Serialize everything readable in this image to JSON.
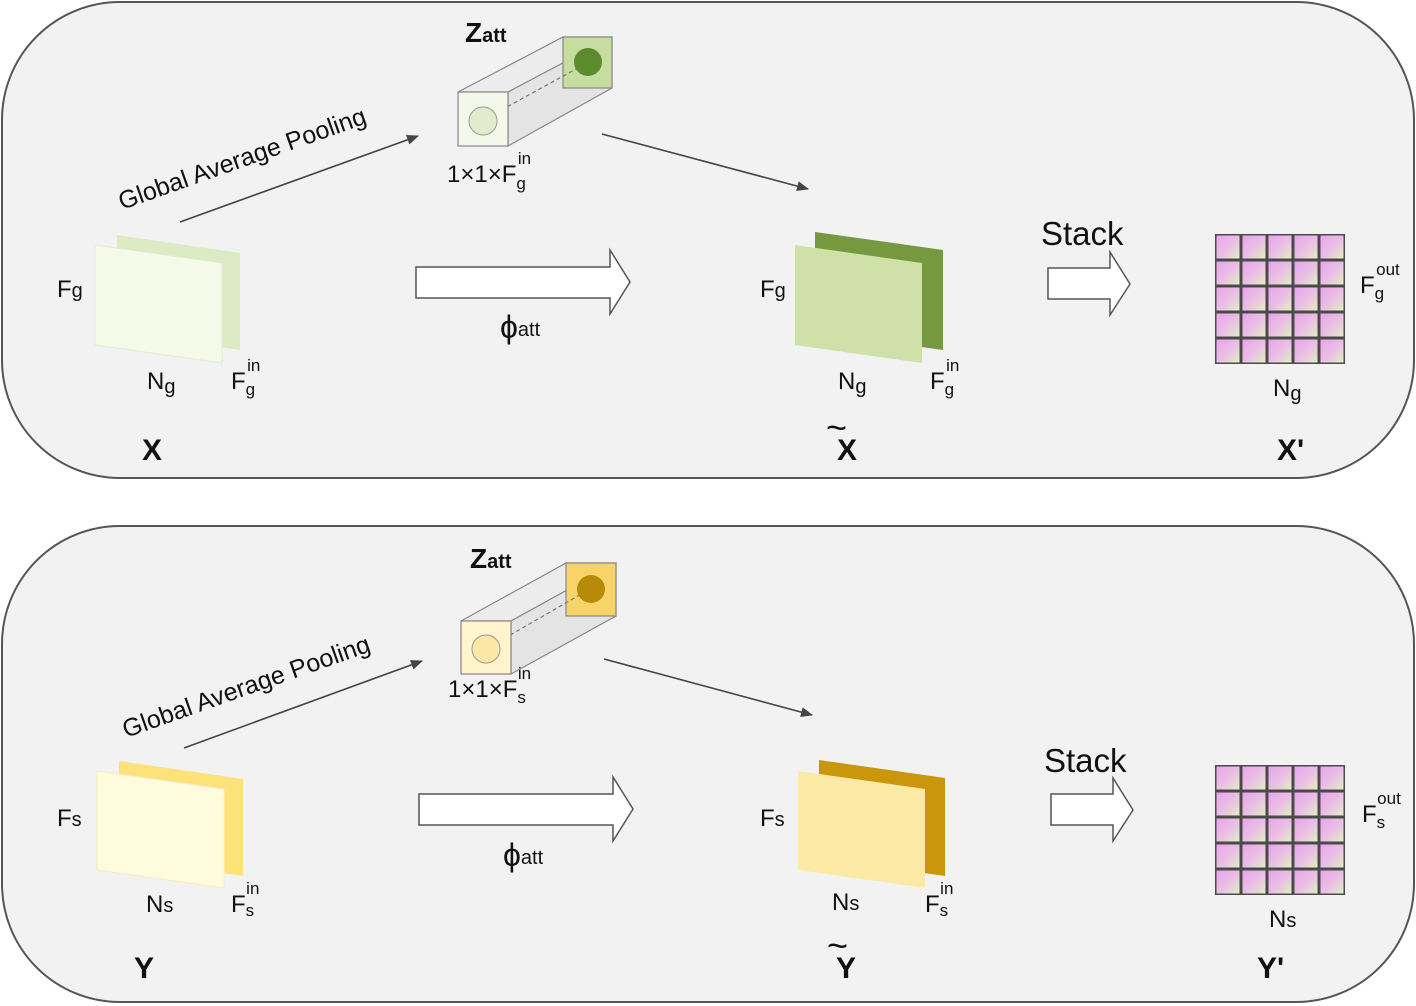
{
  "panels": [
    {
      "id": "top",
      "pooling_label": "Global Average Pooling",
      "z_label_main": "Z",
      "z_label_sub": "att",
      "z_dim_main": "1×1×F",
      "z_dim_sub": "g",
      "z_dim_sup": "in",
      "phi_main": "ϕ",
      "phi_sub": "att",
      "stack_label": "Stack",
      "input": {
        "f_main": "F",
        "f_sub": "g",
        "n_main": "N",
        "n_sub": "g",
        "fin_main": "F",
        "fin_sub": "g",
        "fin_sup": "in",
        "name": "X"
      },
      "attended": {
        "f_main": "F",
        "f_sub": "g",
        "n_main": "N",
        "n_sub": "g",
        "fin_main": "F",
        "fin_sub": "g",
        "fin_sup": "in",
        "tilde": "~",
        "name": "X"
      },
      "output": {
        "fout_main": "F",
        "fout_sub": "g",
        "fout_sup": "out",
        "n_main": "N",
        "n_sub": "g",
        "name": "X'"
      },
      "colors": {
        "front_sheet": "#f5fae8",
        "back_sheet": "#dcebc4",
        "att_front": "#cfe0a8",
        "att_back": "#76993f",
        "cube_light": "#e2eccd",
        "cube_dark": "#5e8a2e",
        "cube_face_dark": "#c7dc9f"
      }
    },
    {
      "id": "bottom",
      "pooling_label": "Global Average Pooling",
      "z_label_main": "Z",
      "z_label_sub": "att",
      "z_dim_main": "1×1×F",
      "z_dim_sub": "s",
      "z_dim_sup": "in",
      "phi_main": "ϕ",
      "phi_sub": "att",
      "stack_label": "Stack",
      "input": {
        "f_main": "F",
        "f_sub": "s",
        "n_main": "N",
        "n_sub": "s",
        "fin_main": "F",
        "fin_sub": "s",
        "fin_sup": "in",
        "name": "Y"
      },
      "attended": {
        "f_main": "F",
        "f_sub": "s",
        "n_main": "N",
        "n_sub": "s",
        "fin_main": "F",
        "fin_sub": "s",
        "fin_sup": "in",
        "tilde": "~",
        "name": "Y"
      },
      "output": {
        "fout_main": "F",
        "fout_sub": "s",
        "fout_sup": "out",
        "n_main": "N",
        "n_sub": "s",
        "name": "Y'"
      },
      "colors": {
        "front_sheet": "#fffbdc",
        "back_sheet": "#fde27a",
        "att_front": "#fde9a6",
        "att_back": "#c9960c",
        "cube_light": "#fde7a6",
        "cube_dark": "#b78a08",
        "cube_face_dark": "#f7d46a"
      }
    }
  ],
  "grid_colors": {
    "pink": "#e8a4ec",
    "green": "#dff0c0",
    "line": "#4a4a4a"
  },
  "panel_fill": "#f2f2f2",
  "panel_stroke": "#555555"
}
